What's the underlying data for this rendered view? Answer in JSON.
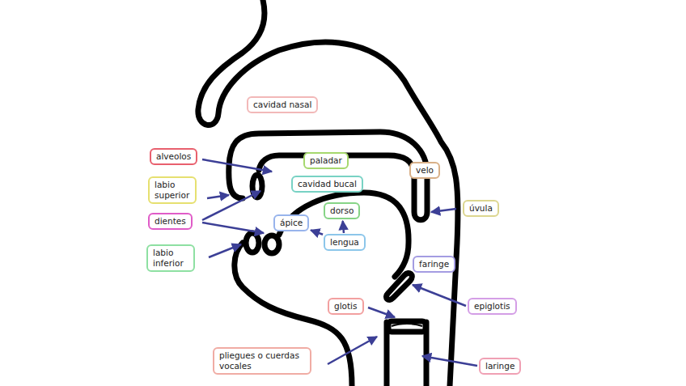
{
  "diagram": {
    "nodes": [
      {
        "text": [
          "cavidad nasal"
        ]
      },
      {
        "text": [
          "alveolos"
        ]
      },
      {
        "text": [
          "paladar"
        ]
      },
      {
        "text": [
          "velo"
        ]
      },
      {
        "text": [
          "labio superior"
        ]
      },
      {
        "text": [
          "cavidad bucal"
        ]
      },
      {
        "text": [
          "dientes"
        ]
      },
      {
        "text": [
          "ápice"
        ]
      },
      {
        "text": [
          "dorso"
        ]
      },
      {
        "text": [
          "úvula"
        ]
      },
      {
        "text": [
          "lengua"
        ]
      },
      {
        "text": [
          "labio inferior"
        ]
      },
      {
        "text": [
          "faringe"
        ]
      },
      {
        "text": [
          "glotis"
        ]
      },
      {
        "text": [
          "epiglotis"
        ]
      },
      {
        "text": [
          "pliegues o cuerdas vocales"
        ]
      },
      {
        "text": [
          "laringe"
        ]
      }
    ],
    "edges": [
      {
        "from": 10,
        "to": 7,
        "arrow": "to"
      },
      {
        "from": 10,
        "to": 8,
        "arrow": "to"
      }
    ]
  }
}
